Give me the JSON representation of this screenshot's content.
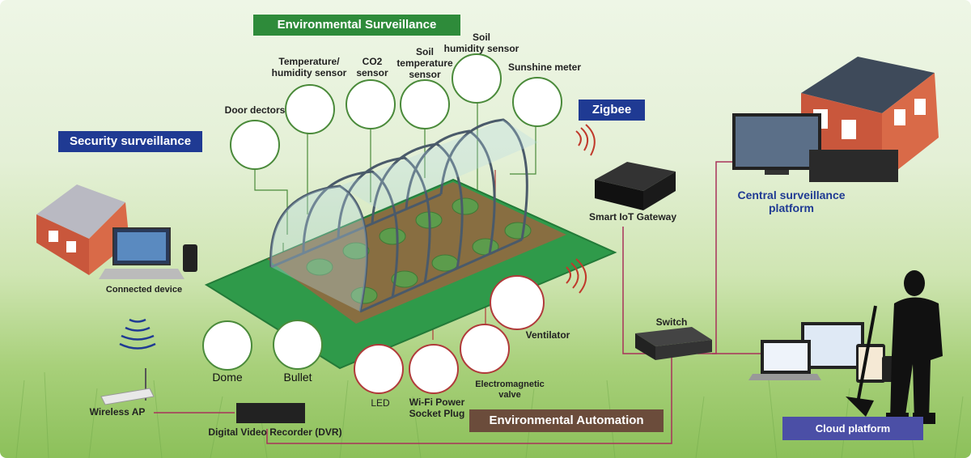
{
  "banners": {
    "environmental_surveillance": "Environmental Surveillance",
    "security_surveillance": "Security surveillance",
    "zigbee": "Zigbee",
    "environmental_automation": "Environmental Automation",
    "cloud_platform": "Cloud platform"
  },
  "sensors": {
    "door_detectors": "Door dectors",
    "temperature_humidity": "Temperature/\nhumidity sensor",
    "co2": "CO2\nsensor",
    "soil_temperature": "Soil\ntemperature\nsensor",
    "soil_humidity": "Soil\nhumidity sensor",
    "sunshine_meter": "Sunshine meter"
  },
  "devices": {
    "connected_device": "Connected device",
    "wireless_ap": "Wireless AP",
    "dvr": "Digital Video Recorder (DVR)",
    "dome": "Dome",
    "bullet": "Bullet",
    "led": "LED",
    "wifi_plug": "Wi-Fi Power\nSocket Plug",
    "electromagnetic_valve": "Electromagnetic\nvalve",
    "ventilator": "Ventilator",
    "smart_gateway": "Smart IoT Gateway",
    "switch": "Switch",
    "central_platform": "Central surveillance\nplatform"
  },
  "colors": {
    "green_banner": "#2e8b3a",
    "blue_banner": "#1f3a93",
    "brown_banner": "#6b4c3b",
    "purple_banner": "#4b4fa6",
    "link_line": "#a8325a",
    "greenhouse_base": "#2f9a4a"
  }
}
